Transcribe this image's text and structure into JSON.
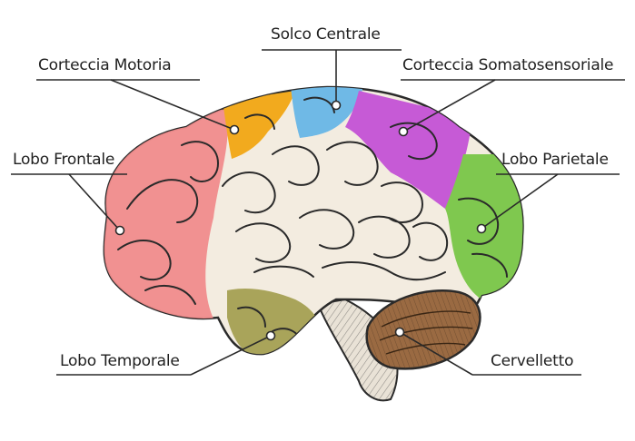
{
  "labels": {
    "solco_centrale": "Solco Centrale",
    "corteccia_motoria": "Corteccia Motoria",
    "corteccia_somatosensoriale": "Corteccia Somatosensoriale",
    "lobo_frontale": "Lobo Frontale",
    "lobo_parietale": "Lobo Parietale",
    "lobo_temporale": "Lobo Temporale",
    "cervelletto": "Cervelletto"
  },
  "colors": {
    "frontale": "#f08c8c",
    "motoria": "#f2aa1e",
    "solco": "#6fb9e6",
    "somatosensoriale": "#c65ad6",
    "parietale": "#7fc84f",
    "temporale": "#a9a45a",
    "cervelletto": "#9a6a42",
    "cortex": "#f3ece0",
    "outline": "#2a2a2a"
  }
}
